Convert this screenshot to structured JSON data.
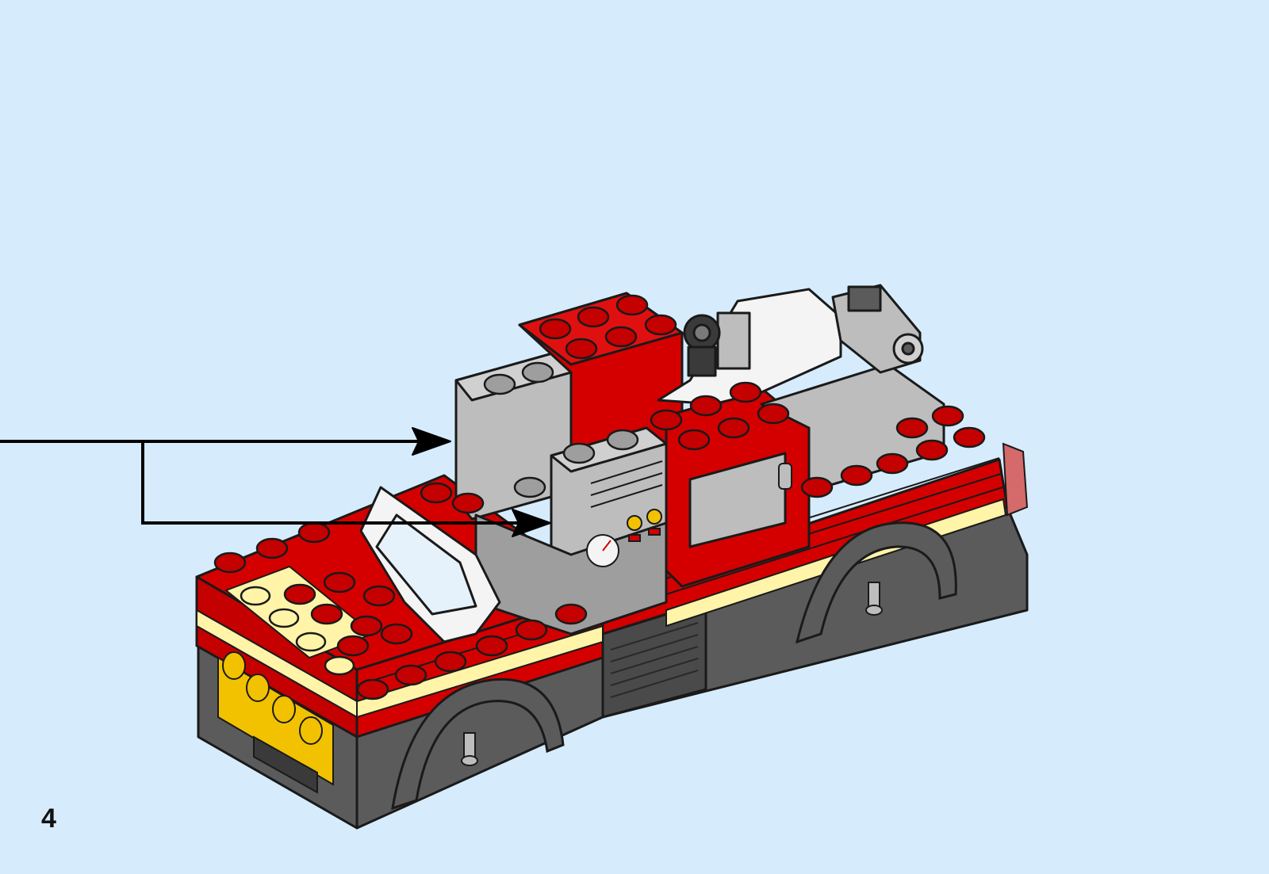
{
  "page": {
    "page_number": "4",
    "background_color": "#d6ecfc"
  },
  "illustration": {
    "subject": "fire-truck-model",
    "colors": {
      "body_red": "#d40000",
      "body_red_dark": "#a30000",
      "gray_light": "#bdbdbd",
      "gray_dark": "#5b5b5b",
      "stripe_yellow": "#fff4a8",
      "headlight_yellow": "#f2c200",
      "white": "#f4f4f4",
      "outline": "#1a1a1a"
    },
    "callout_arrows": 2
  }
}
